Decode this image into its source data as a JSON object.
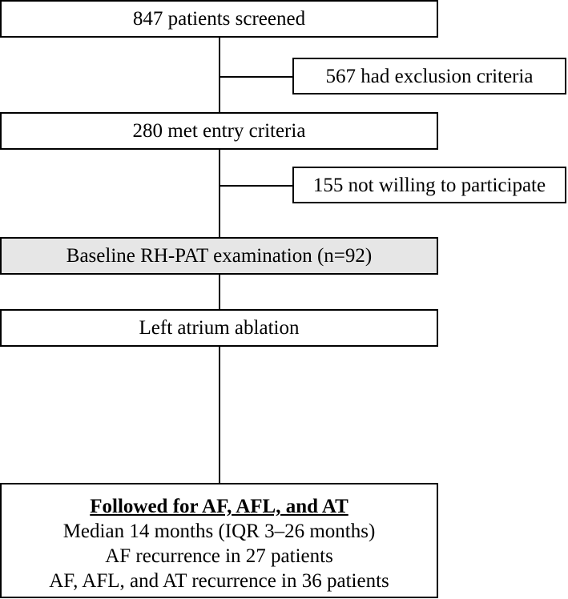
{
  "boxes": {
    "screened": "847 patients screened",
    "excluded": "567 had exclusion criteria",
    "entry": "280 met entry criteria",
    "not_willing": "155 not willing to participate",
    "baseline": "Baseline RH-PAT examination (n=92)",
    "ablation": "Left atrium ablation"
  },
  "final": {
    "heading": "Followed for AF, AFL, and AT",
    "lines": [
      "Median 14 months (IQR 3–26 months)",
      "AF recurrence in 27 patients",
      "AF, AFL, and AT recurrence in 36 patients"
    ]
  },
  "colors": {
    "border": "#000000",
    "shaded_box": "#e6e6e6",
    "background": "#ffffff"
  }
}
